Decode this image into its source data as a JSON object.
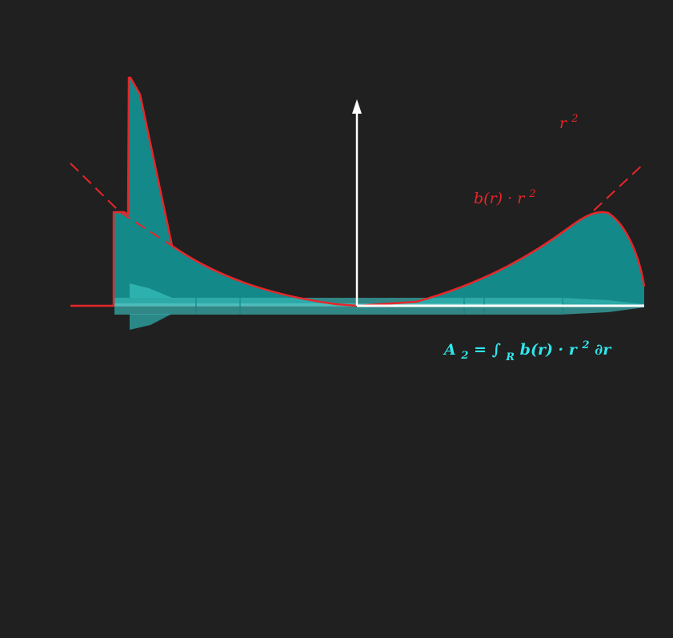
{
  "colors": {
    "background": "#202020",
    "curve": "#e8262a",
    "fill": "#139393",
    "rocket": "#2fb6b4",
    "axis": "#ffffff",
    "formula": "#2fe6ec"
  },
  "labels": {
    "r_squared": {
      "base": "r",
      "exp": "2"
    },
    "weighted": {
      "text": "b(r) · r",
      "exp": "2"
    },
    "formula": {
      "lhs": "A",
      "lhs_sub": "2",
      "equals": " = ",
      "integral": "∫",
      "int_sub": "R",
      "body": "b(r) · r",
      "body_exp": "2",
      "tail": "∂r"
    }
  }
}
